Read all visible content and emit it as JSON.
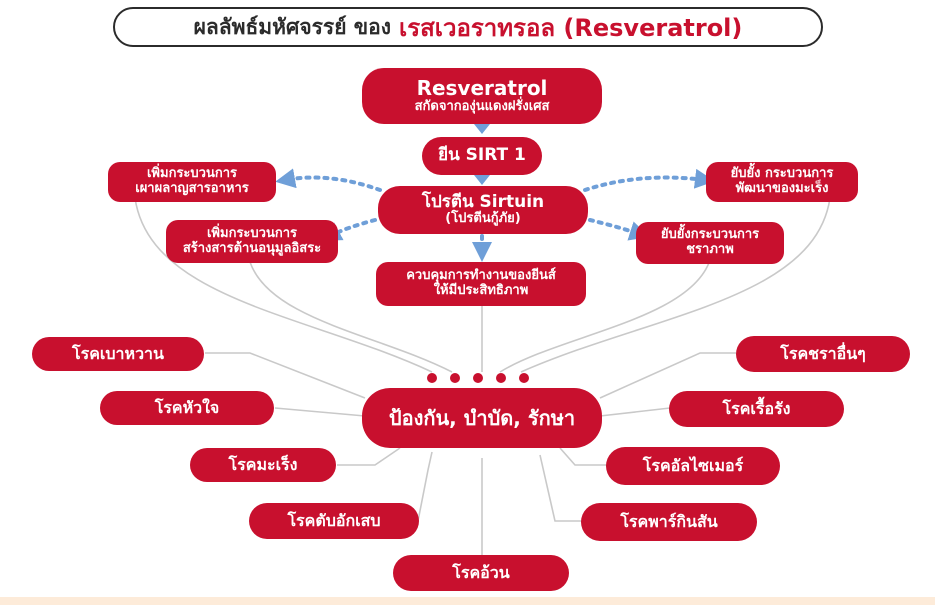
{
  "title": {
    "prefix": "ผลลัพธ์มหัศจรรย์ ของ",
    "highlight": "เรสเวอราทรอล (Resveratrol)"
  },
  "nodes": {
    "resveratrol": {
      "line1": "Resveratrol",
      "line2": "สกัดจากองุ่นแดงฝรั่งเศส"
    },
    "sirt1": {
      "label": "ยีน SIRT 1"
    },
    "sirtuin": {
      "line1": "โปรตีน Sirtuin",
      "line2": "(โปรตีนกู้ภัย)"
    },
    "metabolism": {
      "line1": "เพิ่มกระบวนการ",
      "line2": "เผาผลาญสารอาหาร"
    },
    "antioxidant": {
      "line1": "เพิ่มกระบวนการ",
      "line2": "สร้างสารต้านอนุมูลอิสระ"
    },
    "gene_control": {
      "line1": "ควบคุมการทำงานของยีนส์",
      "line2": "ให้มีประสิทธิภาพ"
    },
    "anti_cancer": {
      "line1": "ยับยั้ง กระบวนการ",
      "line2": "พัฒนาของมะเร็ง"
    },
    "anti_aging": {
      "line1": "ยับยั้งกระบวนการ",
      "line2": "ชราภาพ"
    },
    "prevent": {
      "label": "ป้องกัน, บำบัด, รักษา"
    }
  },
  "diseases": {
    "diabetes": "โรคเบาหวาน",
    "heart": "โรคหัวใจ",
    "cancer": "โรคมะเร็ง",
    "hepatitis": "โรคตับอักเสบ",
    "obesity": "โรคอ้วน",
    "other_aging": "โรคชราอื่นๆ",
    "chronic_infection": "โรคเรื้อรัง",
    "alzheimer": "โรคอัลไซเมอร์",
    "parkinson": "โรคพาร์กินสัน"
  },
  "colors": {
    "node_red": "#c8102e",
    "arrow_blue": "#6f9fd8",
    "line_gray": "#c9c9c9"
  }
}
